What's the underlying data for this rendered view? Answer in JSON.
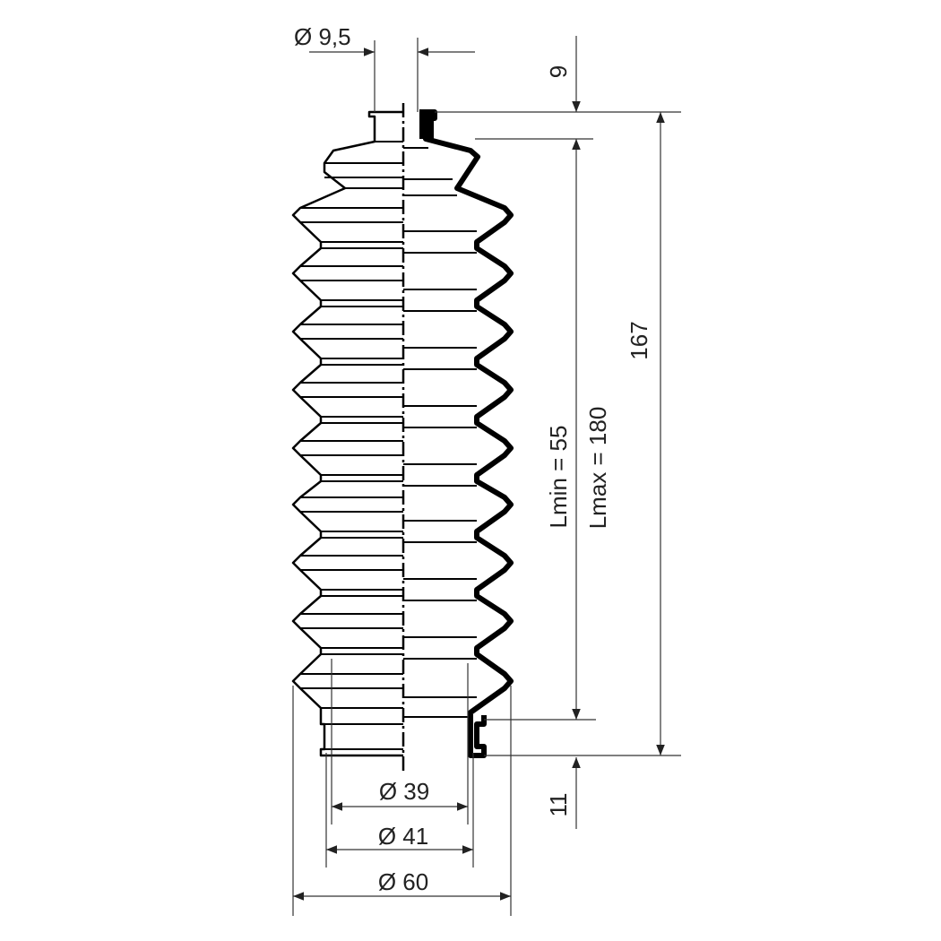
{
  "drawing": {
    "title": "Bellows technical drawing",
    "colors": {
      "line": "#000000",
      "dim": "#333333"
    },
    "dimensions": {
      "top_diameter": "Ø 9,5",
      "top_collar_height": "9",
      "lmin": "Lmin = 55",
      "lmax": "Lmax = 180",
      "overall_length": "167",
      "bottom_collar_height": "11",
      "inner_diameter": "Ø 39",
      "collar_diameter": "Ø 41",
      "outer_diameter": "Ø 60"
    }
  }
}
